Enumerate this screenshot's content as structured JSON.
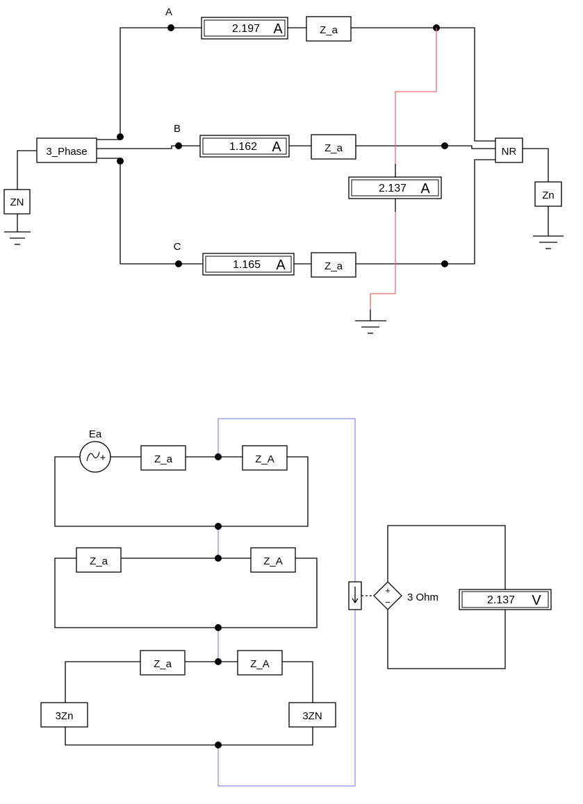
{
  "top_circuit": {
    "phase_labels": {
      "a": "A",
      "b": "B",
      "c": "C"
    },
    "source_label": "3_Phase",
    "neutral_source_label": "ZN",
    "receiver_label": "NR",
    "receiver_neutral_label": "Zn",
    "line_impedance_labels": {
      "a": "Z_a",
      "b": "Z_a",
      "c": "Z_a"
    },
    "ammeter_a": {
      "value": "2.197",
      "unit": "A"
    },
    "ammeter_b": {
      "value": "1.162",
      "unit": "A"
    },
    "ammeter_c": {
      "value": "1.165",
      "unit": "A"
    },
    "fault_ammeter": {
      "value": "2.137",
      "unit": "A"
    }
  },
  "sequence_network": {
    "source_label": "Ea",
    "source_polarity": "+",
    "positive_seq": {
      "line_label": "Z_a",
      "load_label": "Z_A"
    },
    "negative_seq": {
      "line_label": "Z_a",
      "load_label": "Z_A"
    },
    "zero_seq": {
      "line_label": "Z_a",
      "load_label": "Z_A",
      "source_neutral_label": "3Zn",
      "load_neutral_label": "3ZN"
    },
    "controlled_source": {
      "plus": "+",
      "minus": "−",
      "gain_label": "3 Ohm"
    },
    "voltmeter": {
      "value": "2.137",
      "unit": "V"
    }
  },
  "colors": {
    "wire": "#000000",
    "fault_wire": "#f06a6a",
    "sequence_link": "#8a8ef0"
  }
}
